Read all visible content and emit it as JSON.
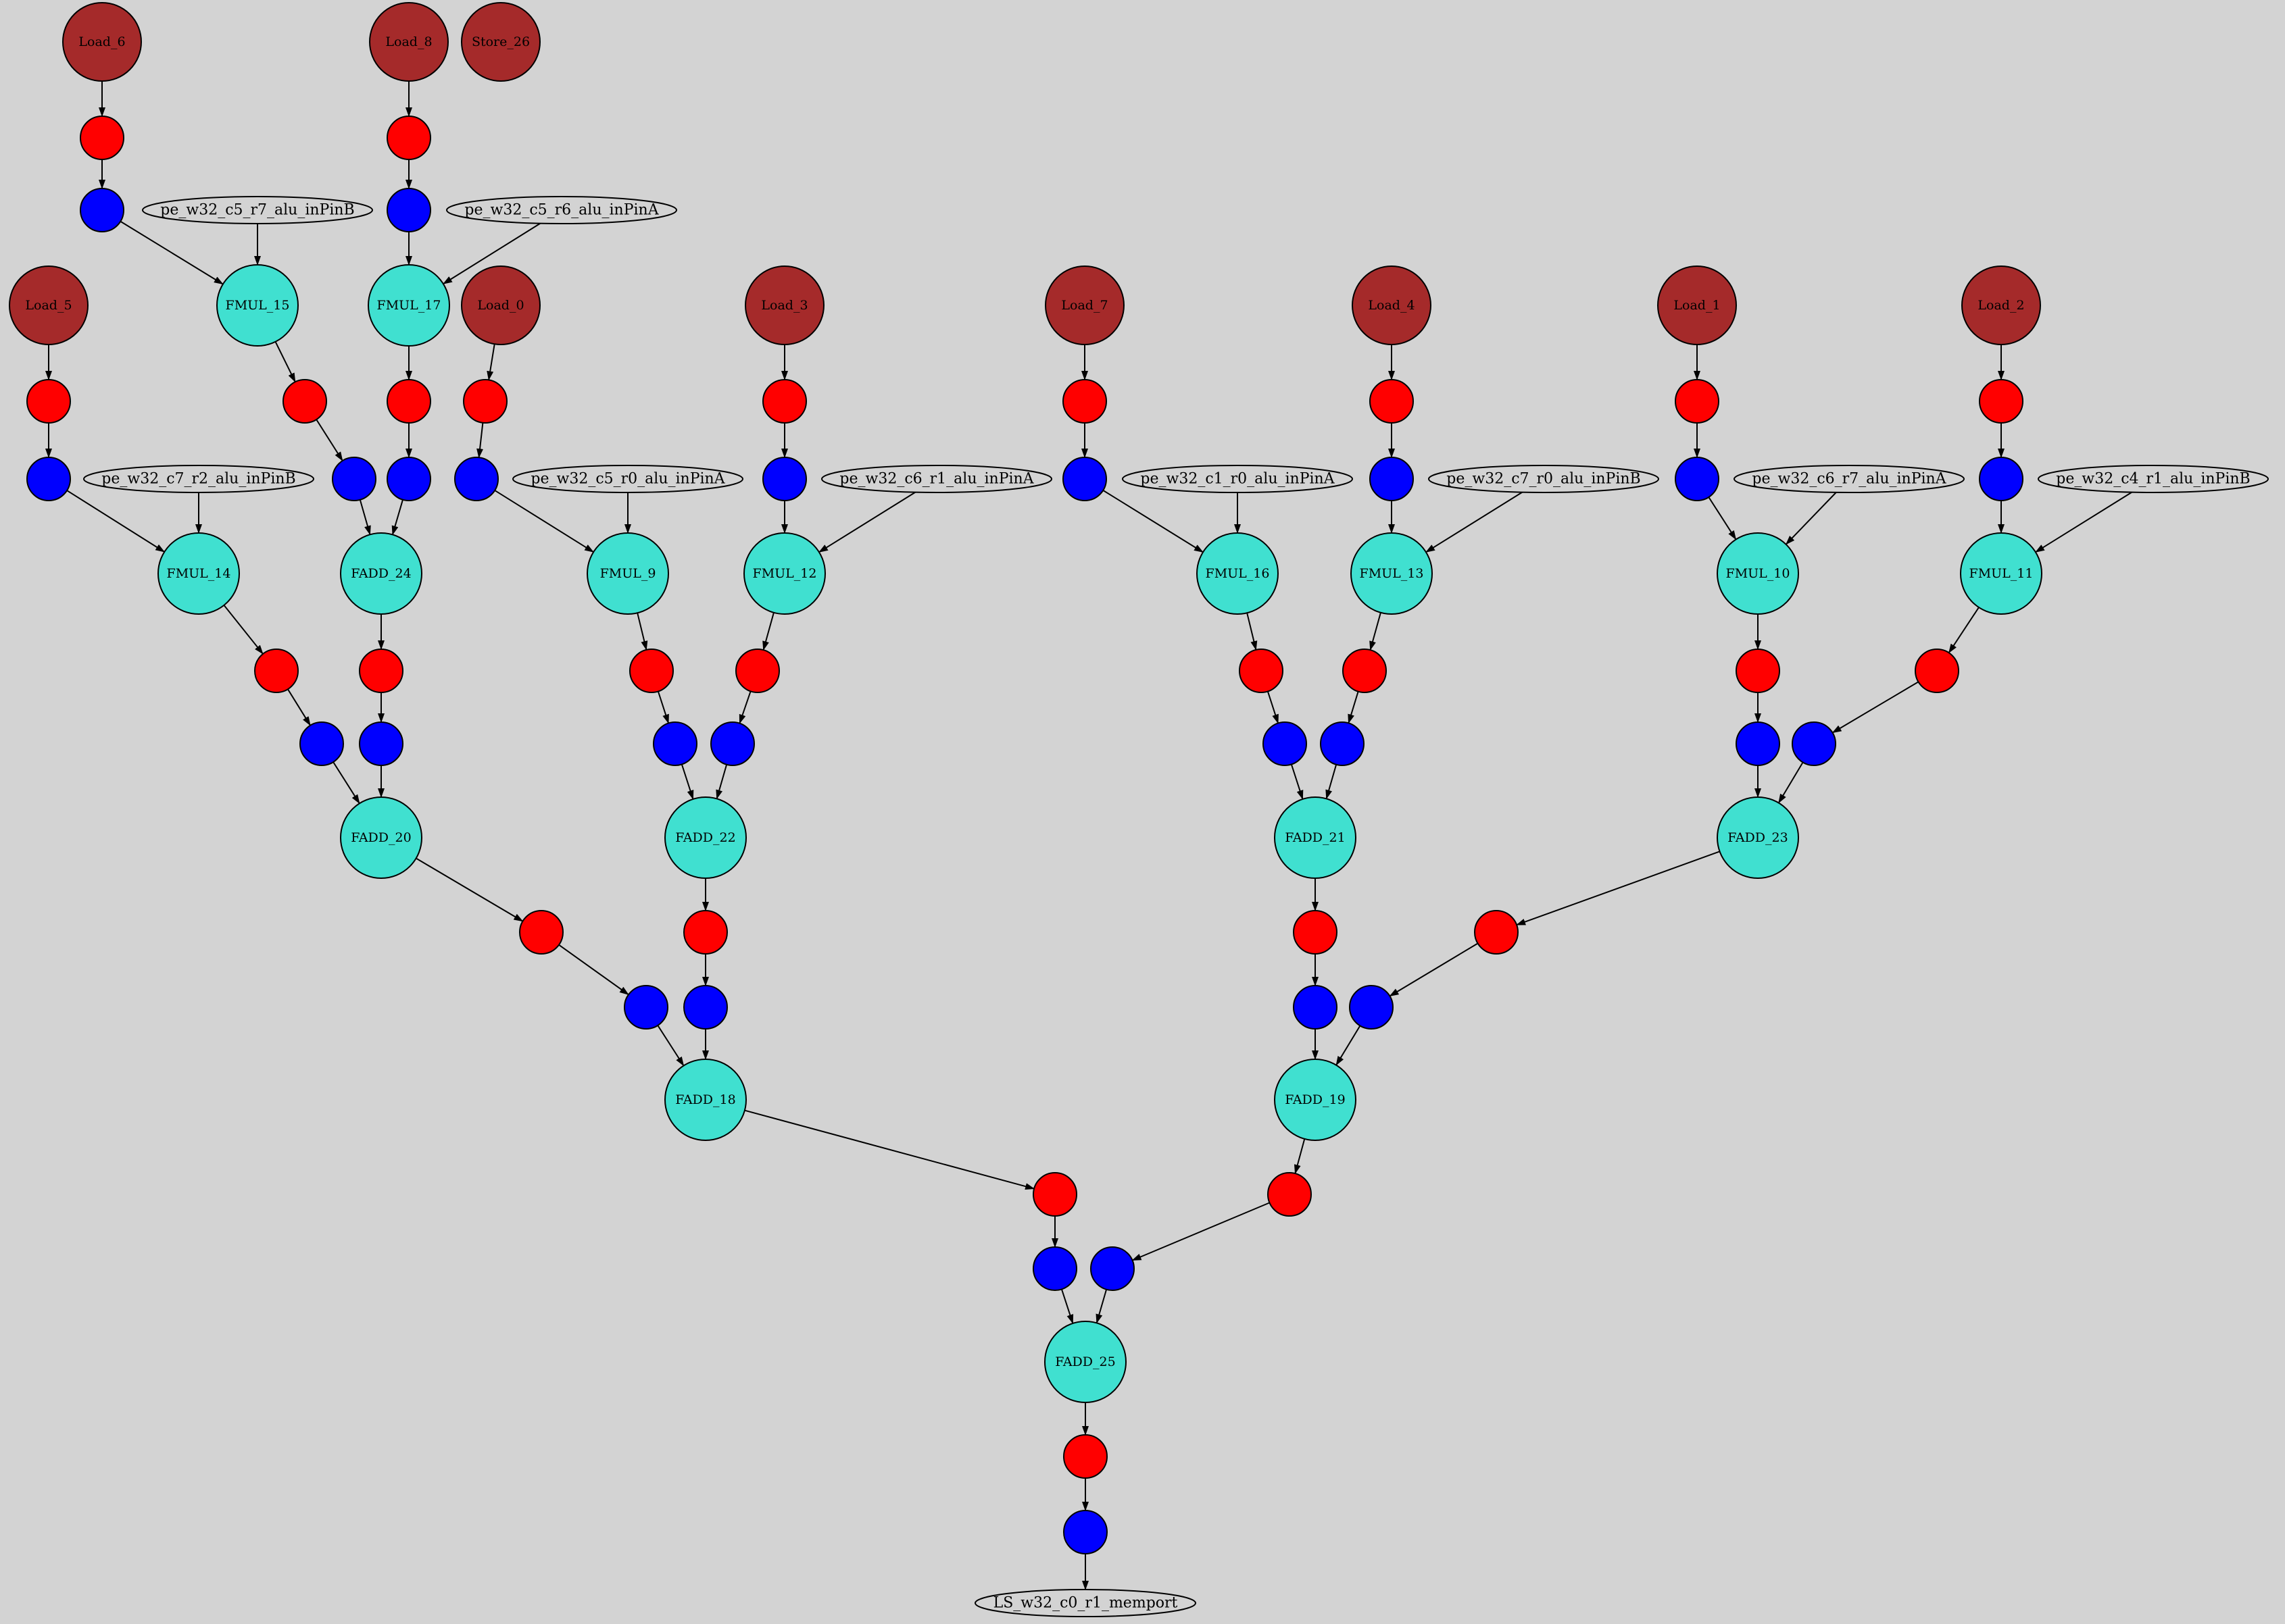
{
  "colors": {
    "background": "#d3d3d3",
    "load_store": "#a52a2a",
    "alu_op": "#40e0d0",
    "red_reg": "#ff0000",
    "blue_reg": "#0000ff",
    "port": "#d3d3d3",
    "stroke": "#000000"
  },
  "graph": {
    "nodes": [
      {
        "id": "Load_6",
        "label": "Load_6",
        "kind": "load"
      },
      {
        "id": "Load_8",
        "label": "Load_8",
        "kind": "load"
      },
      {
        "id": "Store_26",
        "label": "Store_26",
        "kind": "load"
      },
      {
        "id": "r_l6",
        "label": "",
        "kind": "red"
      },
      {
        "id": "r_l8",
        "label": "",
        "kind": "red"
      },
      {
        "id": "b_l6",
        "label": "",
        "kind": "blue"
      },
      {
        "id": "b_l8",
        "label": "",
        "kind": "blue"
      },
      {
        "id": "P_c5r7B",
        "label": "pe_w32_c5_r7_alu_inPinB",
        "kind": "port"
      },
      {
        "id": "P_c5r6A",
        "label": "pe_w32_c5_r6_alu_inPinA",
        "kind": "port"
      },
      {
        "id": "Load_5",
        "label": "Load_5",
        "kind": "load"
      },
      {
        "id": "FMUL_15",
        "label": "FMUL_15",
        "kind": "op"
      },
      {
        "id": "FMUL_17",
        "label": "FMUL_17",
        "kind": "op"
      },
      {
        "id": "Load_0",
        "label": "Load_0",
        "kind": "load"
      },
      {
        "id": "Load_3",
        "label": "Load_3",
        "kind": "load"
      },
      {
        "id": "Load_7",
        "label": "Load_7",
        "kind": "load"
      },
      {
        "id": "Load_4",
        "label": "Load_4",
        "kind": "load"
      },
      {
        "id": "Load_1",
        "label": "Load_1",
        "kind": "load"
      },
      {
        "id": "Load_2",
        "label": "Load_2",
        "kind": "load"
      },
      {
        "id": "r_l5",
        "label": "",
        "kind": "red"
      },
      {
        "id": "r_f15",
        "label": "",
        "kind": "red"
      },
      {
        "id": "r_f17",
        "label": "",
        "kind": "red"
      },
      {
        "id": "r_l0",
        "label": "",
        "kind": "red"
      },
      {
        "id": "r_l3",
        "label": "",
        "kind": "red"
      },
      {
        "id": "r_l7",
        "label": "",
        "kind": "red"
      },
      {
        "id": "r_l4",
        "label": "",
        "kind": "red"
      },
      {
        "id": "r_l1",
        "label": "",
        "kind": "red"
      },
      {
        "id": "r_l2",
        "label": "",
        "kind": "red"
      },
      {
        "id": "b_l5",
        "label": "",
        "kind": "blue"
      },
      {
        "id": "b_f15",
        "label": "",
        "kind": "blue"
      },
      {
        "id": "b_f17",
        "label": "",
        "kind": "blue"
      },
      {
        "id": "b_l0",
        "label": "",
        "kind": "blue"
      },
      {
        "id": "b_l3",
        "label": "",
        "kind": "blue"
      },
      {
        "id": "b_l7",
        "label": "",
        "kind": "blue"
      },
      {
        "id": "b_l4",
        "label": "",
        "kind": "blue"
      },
      {
        "id": "b_l1",
        "label": "",
        "kind": "blue"
      },
      {
        "id": "b_l2",
        "label": "",
        "kind": "blue"
      },
      {
        "id": "P_c7r2B",
        "label": "pe_w32_c7_r2_alu_inPinB",
        "kind": "port"
      },
      {
        "id": "P_c5r0A",
        "label": "pe_w32_c5_r0_alu_inPinA",
        "kind": "port"
      },
      {
        "id": "P_c6r1A",
        "label": "pe_w32_c6_r1_alu_inPinA",
        "kind": "port"
      },
      {
        "id": "P_c1r0A",
        "label": "pe_w32_c1_r0_alu_inPinA",
        "kind": "port"
      },
      {
        "id": "P_c7r0B",
        "label": "pe_w32_c7_r0_alu_inPinB",
        "kind": "port"
      },
      {
        "id": "P_c6r7A",
        "label": "pe_w32_c6_r7_alu_inPinA",
        "kind": "port"
      },
      {
        "id": "P_c4r1B",
        "label": "pe_w32_c4_r1_alu_inPinB",
        "kind": "port"
      },
      {
        "id": "FMUL_14",
        "label": "FMUL_14",
        "kind": "op"
      },
      {
        "id": "FADD_24",
        "label": "FADD_24",
        "kind": "op"
      },
      {
        "id": "FMUL_9",
        "label": "FMUL_9",
        "kind": "op"
      },
      {
        "id": "FMUL_12",
        "label": "FMUL_12",
        "kind": "op"
      },
      {
        "id": "FMUL_16",
        "label": "FMUL_16",
        "kind": "op"
      },
      {
        "id": "FMUL_13",
        "label": "FMUL_13",
        "kind": "op"
      },
      {
        "id": "FMUL_10",
        "label": "FMUL_10",
        "kind": "op"
      },
      {
        "id": "FMUL_11",
        "label": "FMUL_11",
        "kind": "op"
      },
      {
        "id": "r_f14",
        "label": "",
        "kind": "red"
      },
      {
        "id": "r_fa24",
        "label": "",
        "kind": "red"
      },
      {
        "id": "r_f9",
        "label": "",
        "kind": "red"
      },
      {
        "id": "r_f12",
        "label": "",
        "kind": "red"
      },
      {
        "id": "r_f16",
        "label": "",
        "kind": "red"
      },
      {
        "id": "r_f13",
        "label": "",
        "kind": "red"
      },
      {
        "id": "r_f10",
        "label": "",
        "kind": "red"
      },
      {
        "id": "r_f11",
        "label": "",
        "kind": "red"
      },
      {
        "id": "b_f14",
        "label": "",
        "kind": "blue"
      },
      {
        "id": "b_fa24",
        "label": "",
        "kind": "blue"
      },
      {
        "id": "b_f9",
        "label": "",
        "kind": "blue"
      },
      {
        "id": "b_f12",
        "label": "",
        "kind": "blue"
      },
      {
        "id": "b_f16",
        "label": "",
        "kind": "blue"
      },
      {
        "id": "b_f13",
        "label": "",
        "kind": "blue"
      },
      {
        "id": "b_f10",
        "label": "",
        "kind": "blue"
      },
      {
        "id": "b_f11",
        "label": "",
        "kind": "blue"
      },
      {
        "id": "FADD_20",
        "label": "FADD_20",
        "kind": "op"
      },
      {
        "id": "FADD_22",
        "label": "FADD_22",
        "kind": "op"
      },
      {
        "id": "FADD_21",
        "label": "FADD_21",
        "kind": "op"
      },
      {
        "id": "FADD_23",
        "label": "FADD_23",
        "kind": "op"
      },
      {
        "id": "r_fa20",
        "label": "",
        "kind": "red"
      },
      {
        "id": "r_fa22",
        "label": "",
        "kind": "red"
      },
      {
        "id": "r_fa21",
        "label": "",
        "kind": "red"
      },
      {
        "id": "r_fa23",
        "label": "",
        "kind": "red"
      },
      {
        "id": "b_fa20",
        "label": "",
        "kind": "blue"
      },
      {
        "id": "b_fa22",
        "label": "",
        "kind": "blue"
      },
      {
        "id": "b_fa21",
        "label": "",
        "kind": "blue"
      },
      {
        "id": "b_fa23",
        "label": "",
        "kind": "blue"
      },
      {
        "id": "FADD_18",
        "label": "FADD_18",
        "kind": "op"
      },
      {
        "id": "FADD_19",
        "label": "FADD_19",
        "kind": "op"
      },
      {
        "id": "r_fa18",
        "label": "",
        "kind": "red"
      },
      {
        "id": "r_fa19",
        "label": "",
        "kind": "red"
      },
      {
        "id": "b_fa18",
        "label": "",
        "kind": "blue"
      },
      {
        "id": "b_fa19",
        "label": "",
        "kind": "blue"
      },
      {
        "id": "FADD_25",
        "label": "FADD_25",
        "kind": "op"
      },
      {
        "id": "r_fa25",
        "label": "",
        "kind": "red"
      },
      {
        "id": "b_fa25",
        "label": "",
        "kind": "blue"
      },
      {
        "id": "LS_mem",
        "label": "LS_w32_c0_r1_memport",
        "kind": "port"
      }
    ],
    "edges": [
      [
        "Load_6",
        "r_l6"
      ],
      [
        "r_l6",
        "b_l6"
      ],
      [
        "b_l6",
        "FMUL_15"
      ],
      [
        "P_c5r7B",
        "FMUL_15"
      ],
      [
        "Load_8",
        "r_l8"
      ],
      [
        "r_l8",
        "b_l8"
      ],
      [
        "b_l8",
        "FMUL_17"
      ],
      [
        "P_c5r6A",
        "FMUL_17"
      ],
      [
        "FMUL_15",
        "r_f15"
      ],
      [
        "r_f15",
        "b_f15"
      ],
      [
        "b_f15",
        "FADD_24"
      ],
      [
        "FMUL_17",
        "r_f17"
      ],
      [
        "r_f17",
        "b_f17"
      ],
      [
        "b_f17",
        "FADD_24"
      ],
      [
        "Load_5",
        "r_l5"
      ],
      [
        "r_l5",
        "b_l5"
      ],
      [
        "b_l5",
        "FMUL_14"
      ],
      [
        "P_c7r2B",
        "FMUL_14"
      ],
      [
        "Load_0",
        "r_l0"
      ],
      [
        "r_l0",
        "b_l0"
      ],
      [
        "b_l0",
        "FMUL_9"
      ],
      [
        "P_c5r0A",
        "FMUL_9"
      ],
      [
        "Load_3",
        "r_l3"
      ],
      [
        "r_l3",
        "b_l3"
      ],
      [
        "b_l3",
        "FMUL_12"
      ],
      [
        "P_c6r1A",
        "FMUL_12"
      ],
      [
        "Load_7",
        "r_l7"
      ],
      [
        "r_l7",
        "b_l7"
      ],
      [
        "b_l7",
        "FMUL_16"
      ],
      [
        "P_c1r0A",
        "FMUL_16"
      ],
      [
        "Load_4",
        "r_l4"
      ],
      [
        "r_l4",
        "b_l4"
      ],
      [
        "b_l4",
        "FMUL_13"
      ],
      [
        "P_c7r0B",
        "FMUL_13"
      ],
      [
        "Load_1",
        "r_l1"
      ],
      [
        "r_l1",
        "b_l1"
      ],
      [
        "b_l1",
        "FMUL_10"
      ],
      [
        "P_c6r7A",
        "FMUL_10"
      ],
      [
        "Load_2",
        "r_l2"
      ],
      [
        "r_l2",
        "b_l2"
      ],
      [
        "b_l2",
        "FMUL_11"
      ],
      [
        "P_c4r1B",
        "FMUL_11"
      ],
      [
        "FMUL_14",
        "r_f14"
      ],
      [
        "r_f14",
        "b_f14"
      ],
      [
        "b_f14",
        "FADD_20"
      ],
      [
        "FADD_24",
        "r_fa24"
      ],
      [
        "r_fa24",
        "b_fa24"
      ],
      [
        "b_fa24",
        "FADD_20"
      ],
      [
        "FMUL_9",
        "r_f9"
      ],
      [
        "r_f9",
        "b_f9"
      ],
      [
        "b_f9",
        "FADD_22"
      ],
      [
        "FMUL_12",
        "r_f12"
      ],
      [
        "r_f12",
        "b_f12"
      ],
      [
        "b_f12",
        "FADD_22"
      ],
      [
        "FMUL_16",
        "r_f16"
      ],
      [
        "r_f16",
        "b_f16"
      ],
      [
        "b_f16",
        "FADD_21"
      ],
      [
        "FMUL_13",
        "r_f13"
      ],
      [
        "r_f13",
        "b_f13"
      ],
      [
        "b_f13",
        "FADD_21"
      ],
      [
        "FMUL_10",
        "r_f10"
      ],
      [
        "r_f10",
        "b_f10"
      ],
      [
        "b_f10",
        "FADD_23"
      ],
      [
        "FMUL_11",
        "r_f11"
      ],
      [
        "r_f11",
        "b_f11"
      ],
      [
        "b_f11",
        "FADD_23"
      ],
      [
        "FADD_20",
        "r_fa20"
      ],
      [
        "r_fa20",
        "b_fa20"
      ],
      [
        "b_fa20",
        "FADD_18"
      ],
      [
        "FADD_22",
        "r_fa22"
      ],
      [
        "r_fa22",
        "b_fa22"
      ],
      [
        "b_fa22",
        "FADD_18"
      ],
      [
        "FADD_21",
        "r_fa21"
      ],
      [
        "r_fa21",
        "b_fa21"
      ],
      [
        "b_fa21",
        "FADD_19"
      ],
      [
        "FADD_23",
        "r_fa23"
      ],
      [
        "r_fa23",
        "b_fa23"
      ],
      [
        "b_fa23",
        "FADD_19"
      ],
      [
        "FADD_18",
        "r_fa18"
      ],
      [
        "r_fa18",
        "b_fa18"
      ],
      [
        "b_fa18",
        "FADD_25"
      ],
      [
        "FADD_19",
        "r_fa19"
      ],
      [
        "r_fa19",
        "b_fa19"
      ],
      [
        "b_fa19",
        "FADD_25"
      ],
      [
        "FADD_25",
        "r_fa25"
      ],
      [
        "r_fa25",
        "b_fa25"
      ],
      [
        "b_fa25",
        "LS_mem"
      ]
    ]
  }
}
